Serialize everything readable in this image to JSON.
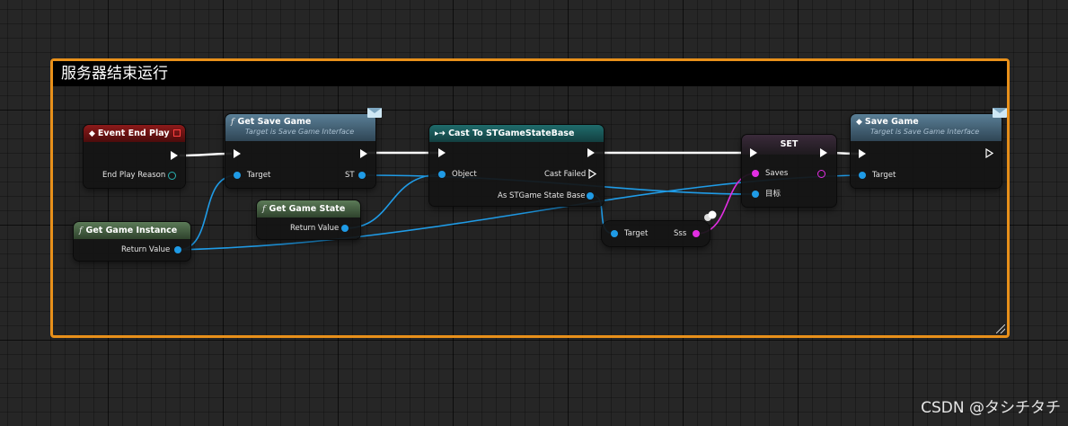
{
  "comment": {
    "title": "服务器结束运行"
  },
  "nodes": {
    "event_end_play": {
      "title": "Event End Play",
      "pin_end_play_reason": "End Play Reason"
    },
    "get_save_game": {
      "title": "Get Save Game",
      "subtitle": "Target is Save Game Interface",
      "pin_target": "Target",
      "pin_st": "ST"
    },
    "get_game_instance": {
      "title": "Get Game Instance",
      "pin_return_value": "Return Value"
    },
    "get_game_state": {
      "title": "Get Game State",
      "pin_return_value": "Return Value"
    },
    "cast": {
      "title": "Cast To STGameStateBase",
      "pin_object": "Object",
      "pin_cast_failed": "Cast Failed",
      "pin_as": "As STGame State Base"
    },
    "get_sss": {
      "pin_target": "Target",
      "pin_sss": "Sss"
    },
    "set": {
      "title": "SET",
      "pin_saves": "Saves",
      "pin_target": "目标"
    },
    "save_game": {
      "title": "Save Game",
      "subtitle": "Target is Save Game Interface",
      "pin_target": "Target"
    }
  },
  "colors": {
    "comment_border": "#e8901a",
    "object_pin": "#1f9be6",
    "array_pin": "#e22ee2",
    "exec_wire": "#ffffff"
  },
  "icons": {
    "function": "f-icon",
    "event": "diamond-event-icon",
    "cast": "cast-arrow-icon",
    "message": "envelope-icon"
  },
  "watermark": "CSDN @タシチタチ"
}
